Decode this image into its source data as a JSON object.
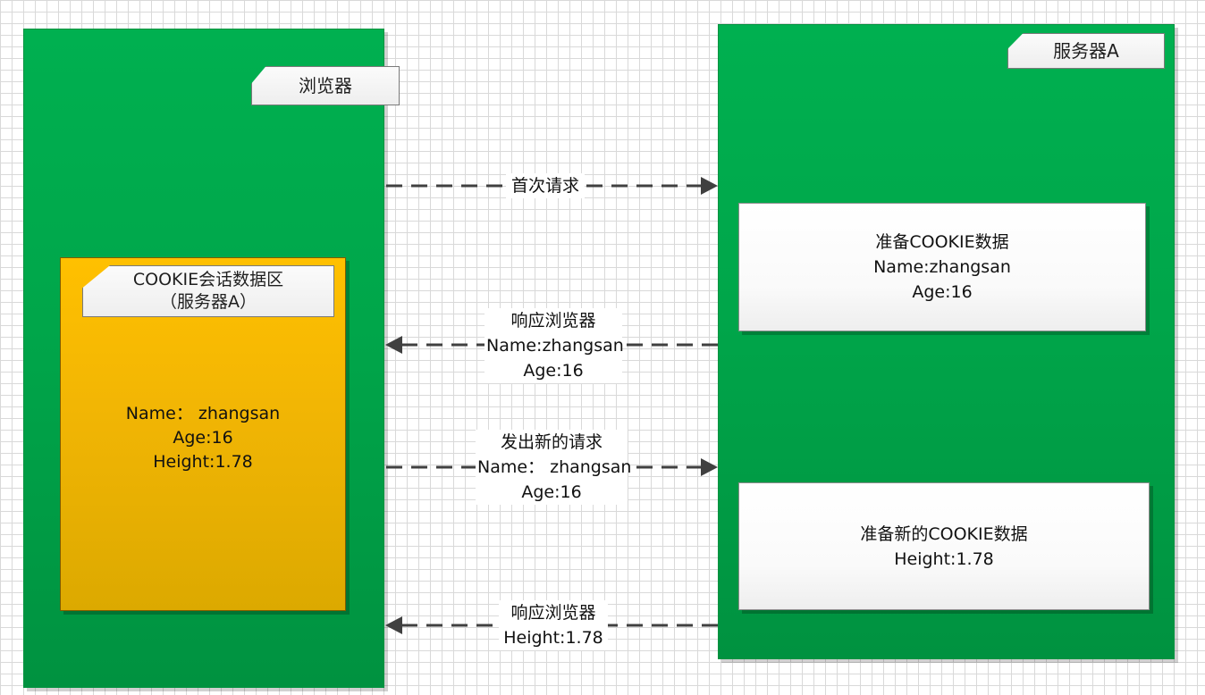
{
  "browser": {
    "title": "浏览器"
  },
  "server": {
    "title": "服务器A"
  },
  "cookie_zone": {
    "title_line1": "COOKIE会话数据区",
    "title_line2": "（服务器A）",
    "name": "Name：  zhangsan",
    "age": "Age:16",
    "height": "Height:1.78"
  },
  "flows": {
    "first_request": "首次请求",
    "response_1_line1": "响应浏览器",
    "response_1_line2": "Name:zhangsan",
    "response_1_line3": "Age:16",
    "new_request_line1": "发出新的请求",
    "new_request_line2": "Name：  zhangsan",
    "new_request_line3": "Age:16",
    "response_2_line1": "响应浏览器",
    "response_2_line2": "Height:1.78"
  },
  "server_boxes": {
    "prepare_cookie_line1": "准备COOKIE数据",
    "prepare_cookie_line2": "Name:zhangsan",
    "prepare_cookie_line3": "Age:16",
    "prepare_new_cookie_line1": "准备新的COOKIE数据",
    "prepare_new_cookie_line2": "Height:1.78"
  },
  "colors": {
    "panel_green": "#00b050",
    "cookie_gold": "#ffc000",
    "arrow_gray": "#404040",
    "grid_gray": "#d9d9d9"
  }
}
